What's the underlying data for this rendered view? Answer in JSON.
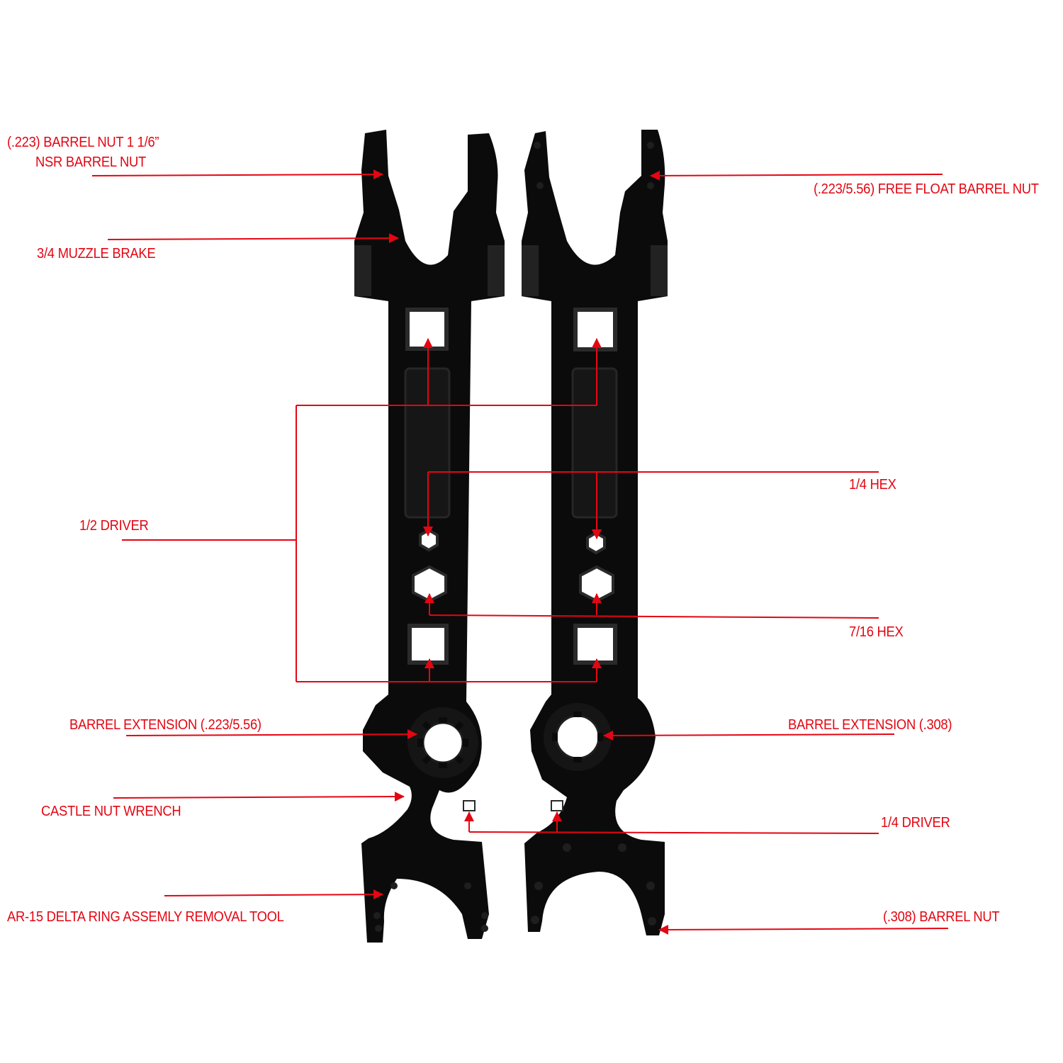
{
  "colors": {
    "label_red": "#e30613",
    "line_red": "#e30613",
    "wrench_black": "#0b0b0b",
    "background": "#ffffff"
  },
  "labels": {
    "barrel_nut_223_line1": "(.223) BARREL NUT 1 1/6”",
    "barrel_nut_223_line2": "NSR BARREL NUT",
    "free_float_barrel_nut": "(.223/5.56) FREE FLOAT BARREL NUT",
    "muzzle_brake": "3/4 MUZZLE BRAKE",
    "half_driver": "1/2 DRIVER",
    "quarter_hex": "1/4 HEX",
    "seven_sixteenths_hex": "7/16 HEX",
    "barrel_extension_223": "BARREL EXTENSION (.223/5.56)",
    "barrel_extension_308": "BARREL EXTENSION (.308)",
    "castle_nut_wrench": "CASTLE NUT WRENCH",
    "quarter_driver": "1/4 DRIVER",
    "delta_ring_tool": "AR-15 DELTA RING ASSEMLY REMOVAL TOOL",
    "barrel_nut_308": "(.308) BARREL NUT"
  }
}
